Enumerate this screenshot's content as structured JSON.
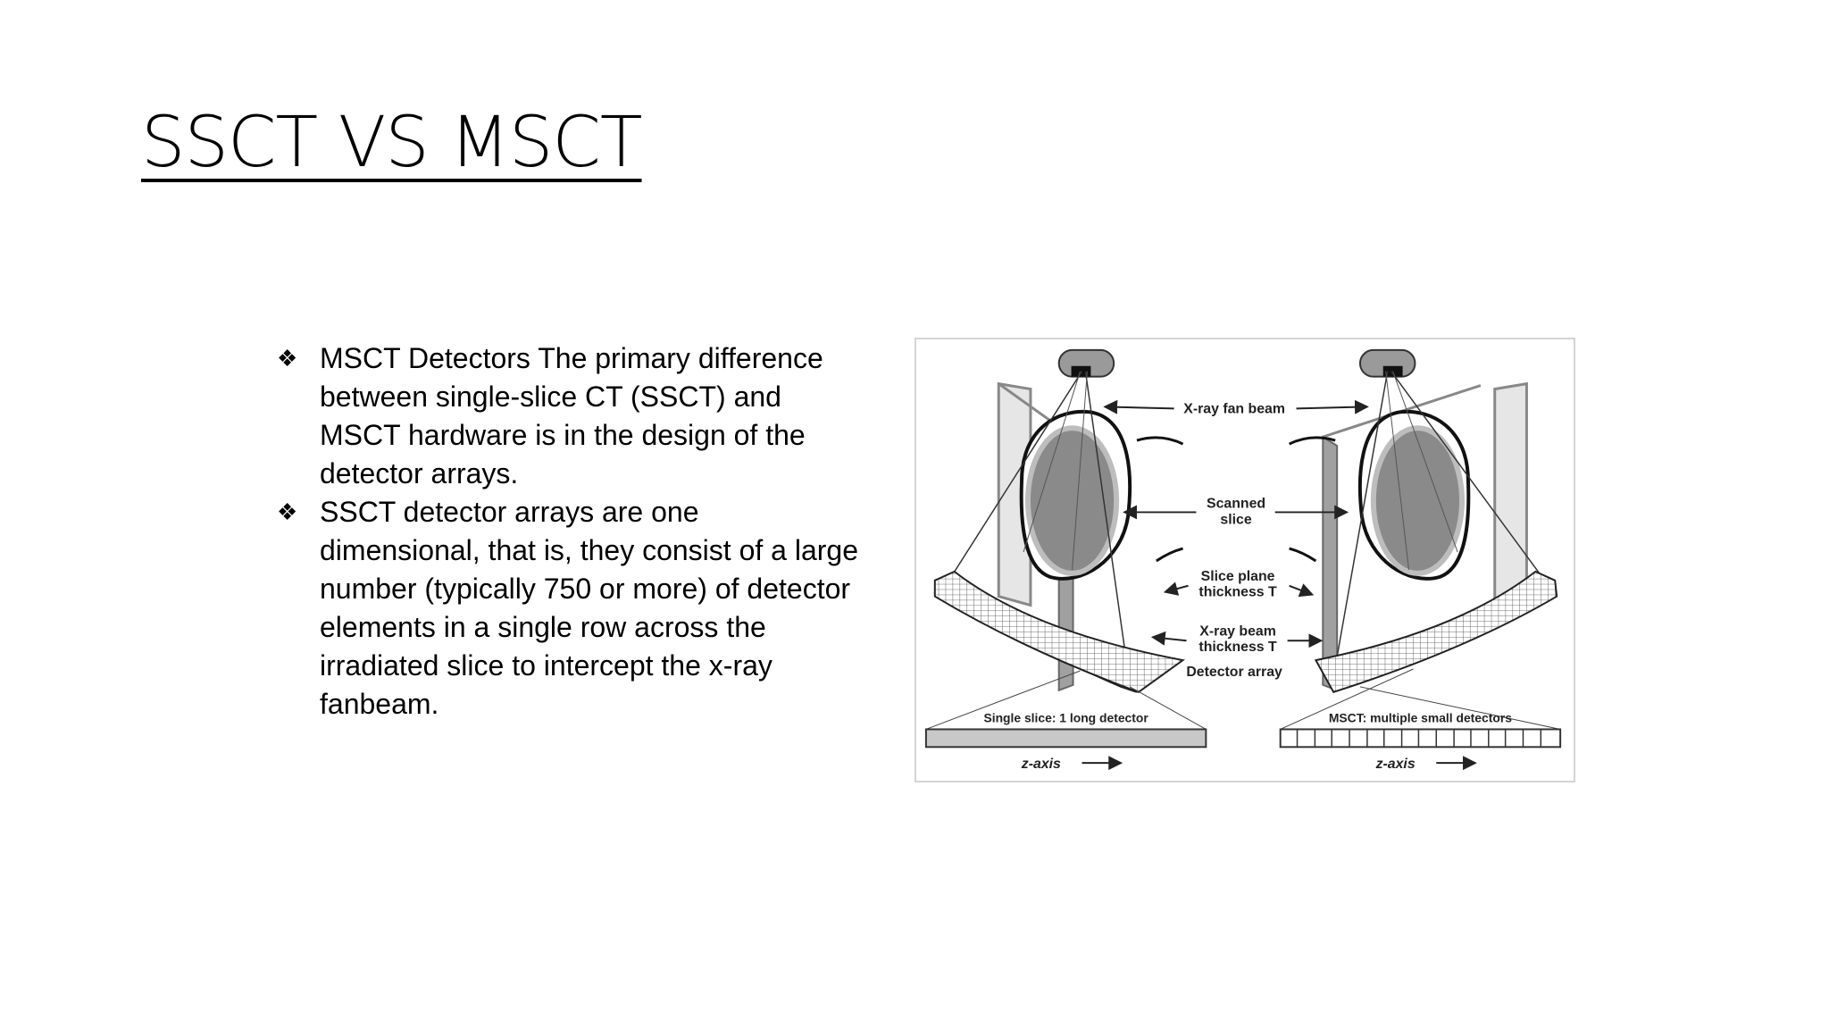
{
  "slide": {
    "title": "SSCT VS MSCT",
    "bullets": [
      {
        "marker": "❖",
        "text": "MSCT Detectors The primary difference between single-slice CT (SSCT) and MSCT hardware is in the design of the detector arrays."
      },
      {
        "marker": "❖",
        "text": "SSCT detector arrays are one dimensional, that is, they consist of a large number (typically 750 or more) of detector elements in a single row across the irradiated slice to intercept the x-ray fanbeam."
      }
    ]
  },
  "figure": {
    "labels": {
      "fan_beam": "X-ray fan beam",
      "scanned_1": "Scanned",
      "scanned_2": "slice",
      "slice_plane_1": "Slice plane",
      "slice_plane_2": "thickness T",
      "beam_thickness_1": "X-ray beam",
      "beam_thickness_2": "thickness T",
      "detector_array": "Detector array",
      "single_slice": "Single slice: 1 long detector",
      "msct": "MSCT: multiple small detectors",
      "z_axis_left": "z-axis",
      "z_axis_right": "z-axis"
    }
  }
}
